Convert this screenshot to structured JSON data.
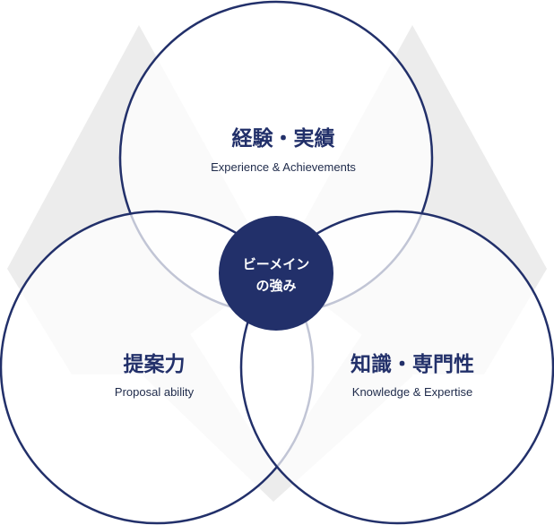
{
  "diagram": {
    "top": {
      "title_ja": "経験・実績",
      "title_en": "Experience & Achievements"
    },
    "left": {
      "title_ja": "提案力",
      "title_en": "Proposal ability"
    },
    "right": {
      "title_ja": "知識・専門性",
      "title_en": "Knowledge & Expertise"
    },
    "center": {
      "line1": "ビーメイン",
      "line2": "の強み"
    }
  },
  "colors": {
    "navy": "#22306a",
    "watermark": "#ececec",
    "circle_fill": "#ffffff"
  }
}
